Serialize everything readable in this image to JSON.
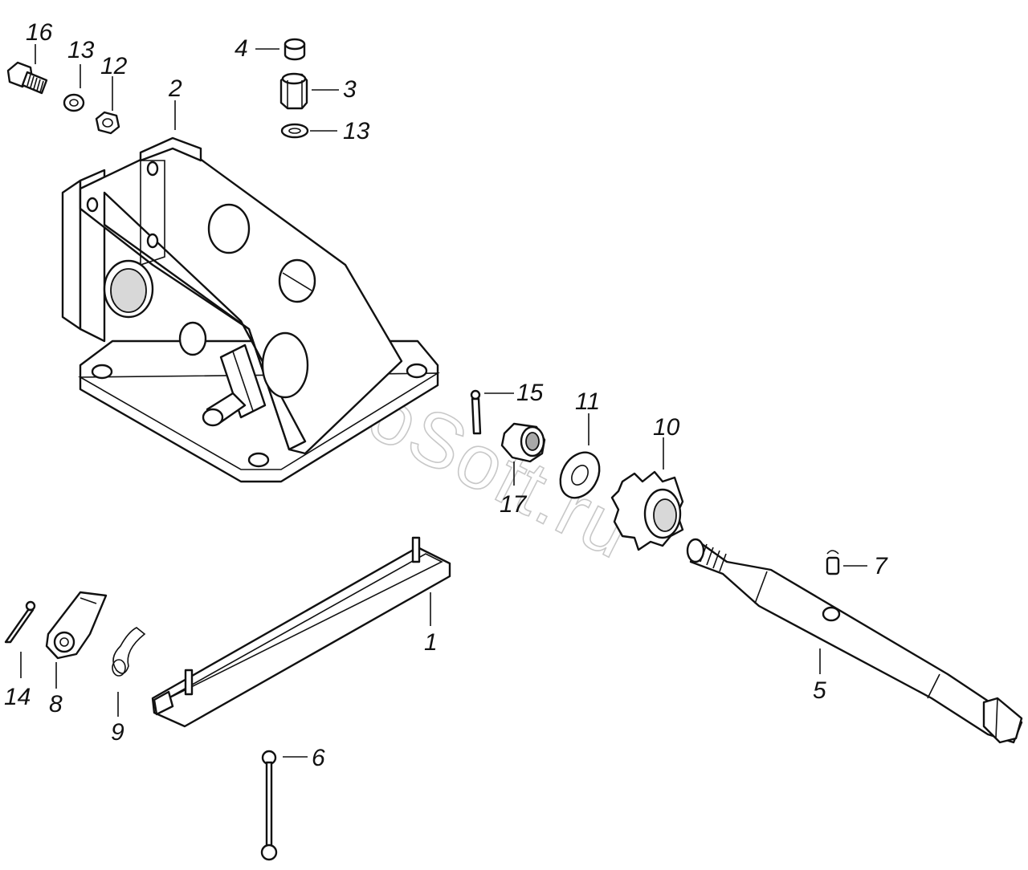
{
  "watermark": "AutoSoft.ru",
  "callouts": [
    {
      "id": "label-16",
      "text": "16"
    },
    {
      "id": "label-13-top-left",
      "text": "13"
    },
    {
      "id": "label-12",
      "text": "12"
    },
    {
      "id": "label-2",
      "text": "2"
    },
    {
      "id": "label-4",
      "text": "4"
    },
    {
      "id": "label-3",
      "text": "3"
    },
    {
      "id": "label-13-right",
      "text": "13"
    },
    {
      "id": "label-15",
      "text": "15"
    },
    {
      "id": "label-11",
      "text": "11"
    },
    {
      "id": "label-10",
      "text": "10"
    },
    {
      "id": "label-17",
      "text": "17"
    },
    {
      "id": "label-7",
      "text": "7"
    },
    {
      "id": "label-1",
      "text": "1"
    },
    {
      "id": "label-5",
      "text": "5"
    },
    {
      "id": "label-14",
      "text": "14"
    },
    {
      "id": "label-8",
      "text": "8"
    },
    {
      "id": "label-9",
      "text": "9"
    },
    {
      "id": "label-6",
      "text": "6"
    }
  ]
}
